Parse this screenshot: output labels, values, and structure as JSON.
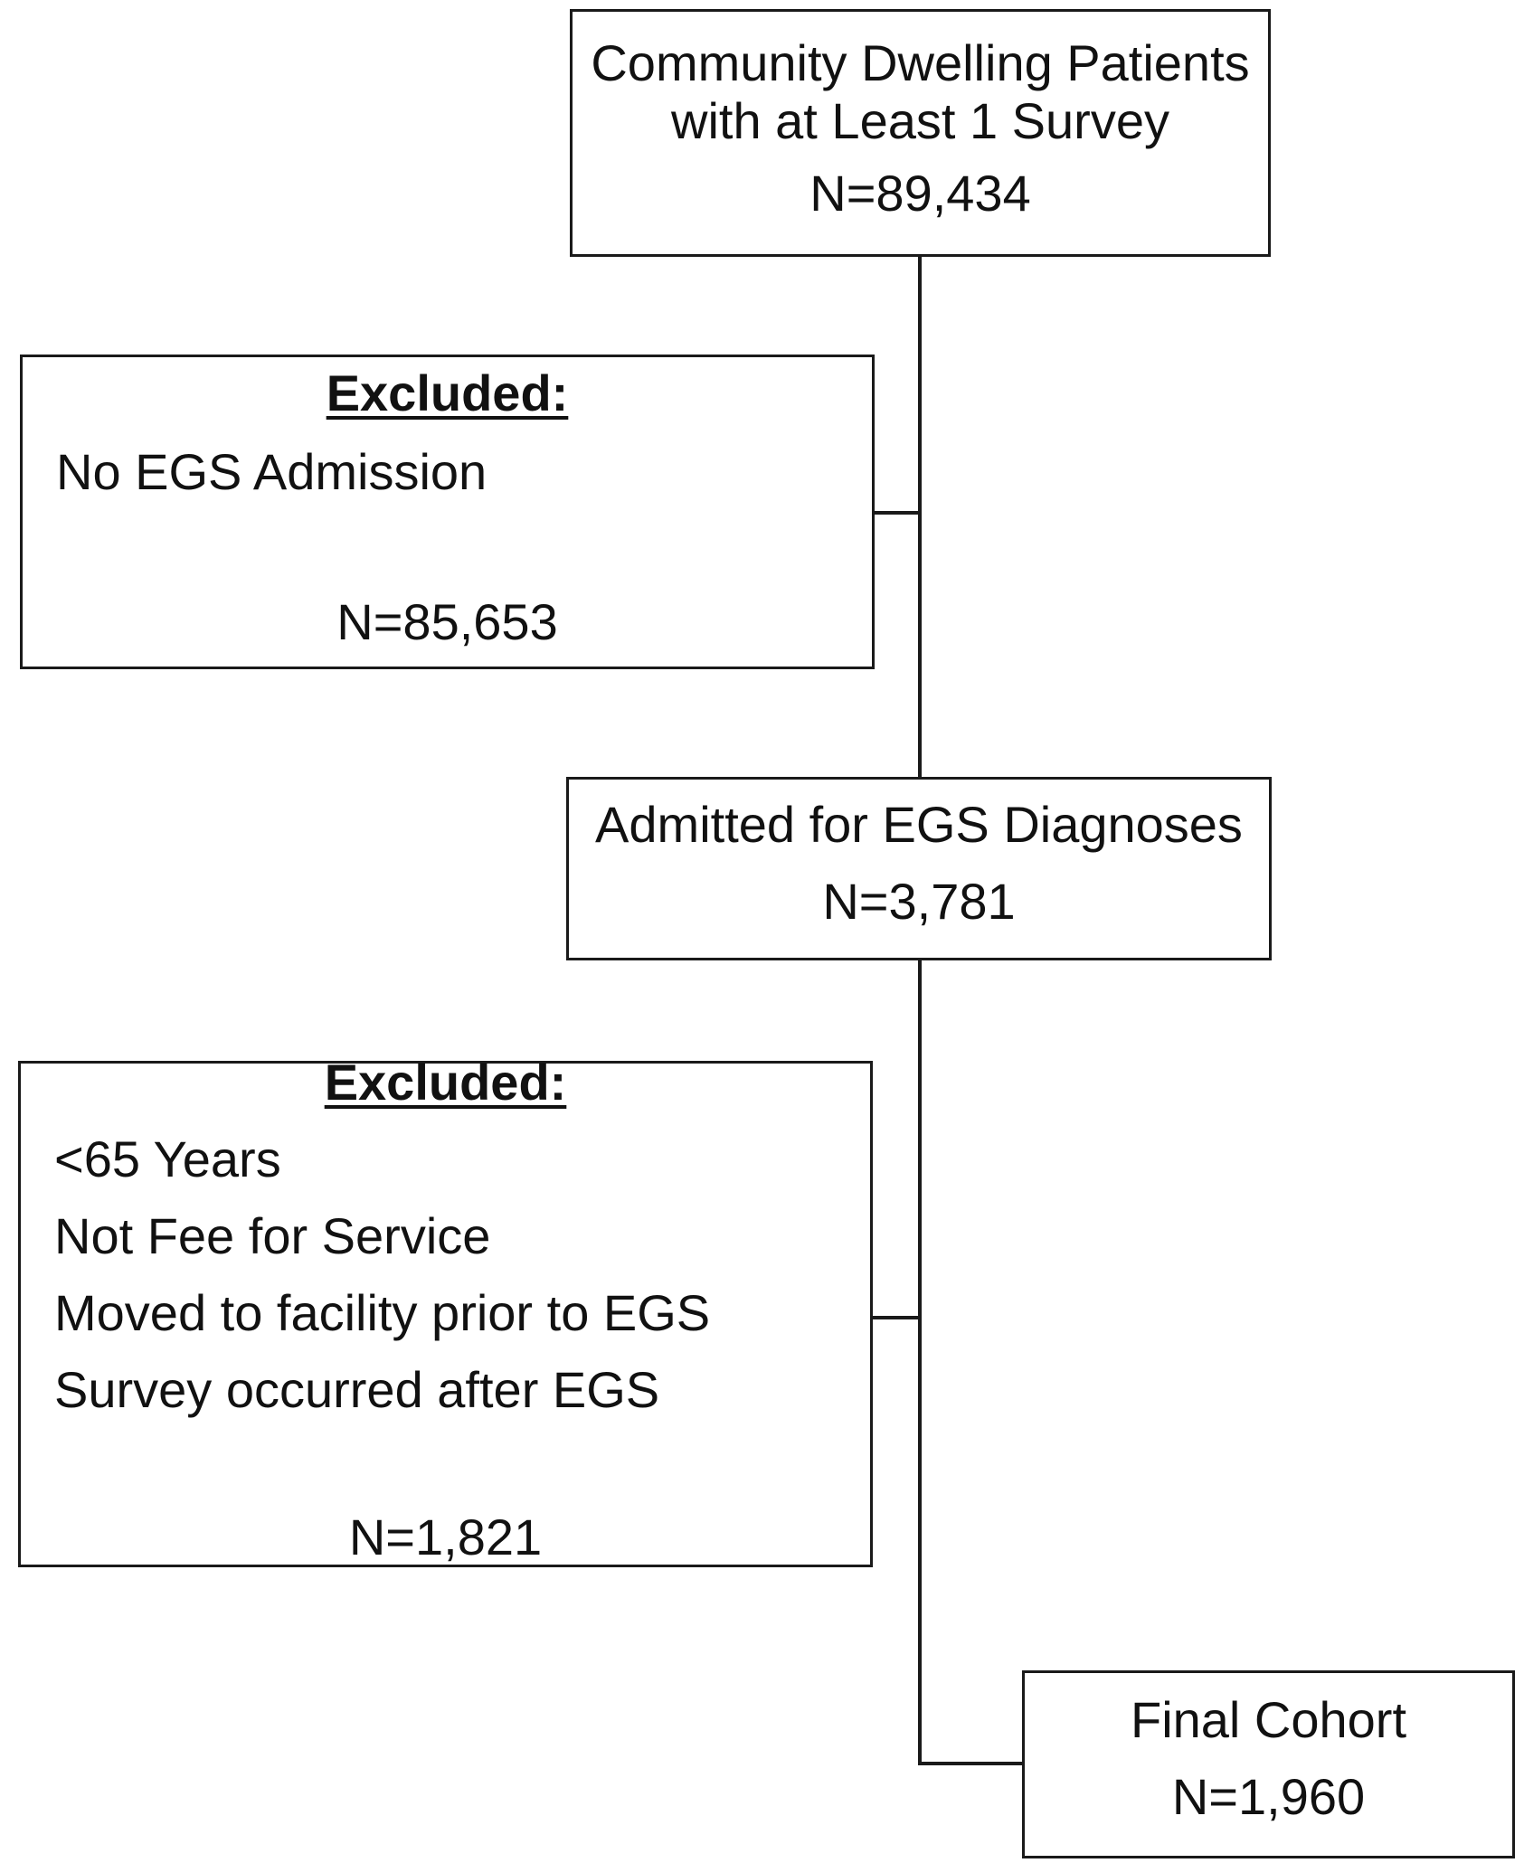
{
  "flowchart": {
    "start": {
      "line1": "Community Dwelling Patients",
      "line2": "with at Least 1 Survey",
      "count": "N=89,434"
    },
    "exclusion1": {
      "heading": "Excluded:",
      "items": [
        "No EGS Admission"
      ],
      "count": "N=85,653"
    },
    "admitted": {
      "label": "Admitted for EGS Diagnoses",
      "count": "N=3,781"
    },
    "exclusion2": {
      "heading": "Excluded:",
      "items": [
        "<65 Years",
        "Not Fee for Service",
        "Moved to facility prior to EGS",
        "Survey occurred after EGS"
      ],
      "count": "N=1,821"
    },
    "final": {
      "label": "Final Cohort",
      "count": "N=1,960"
    }
  }
}
